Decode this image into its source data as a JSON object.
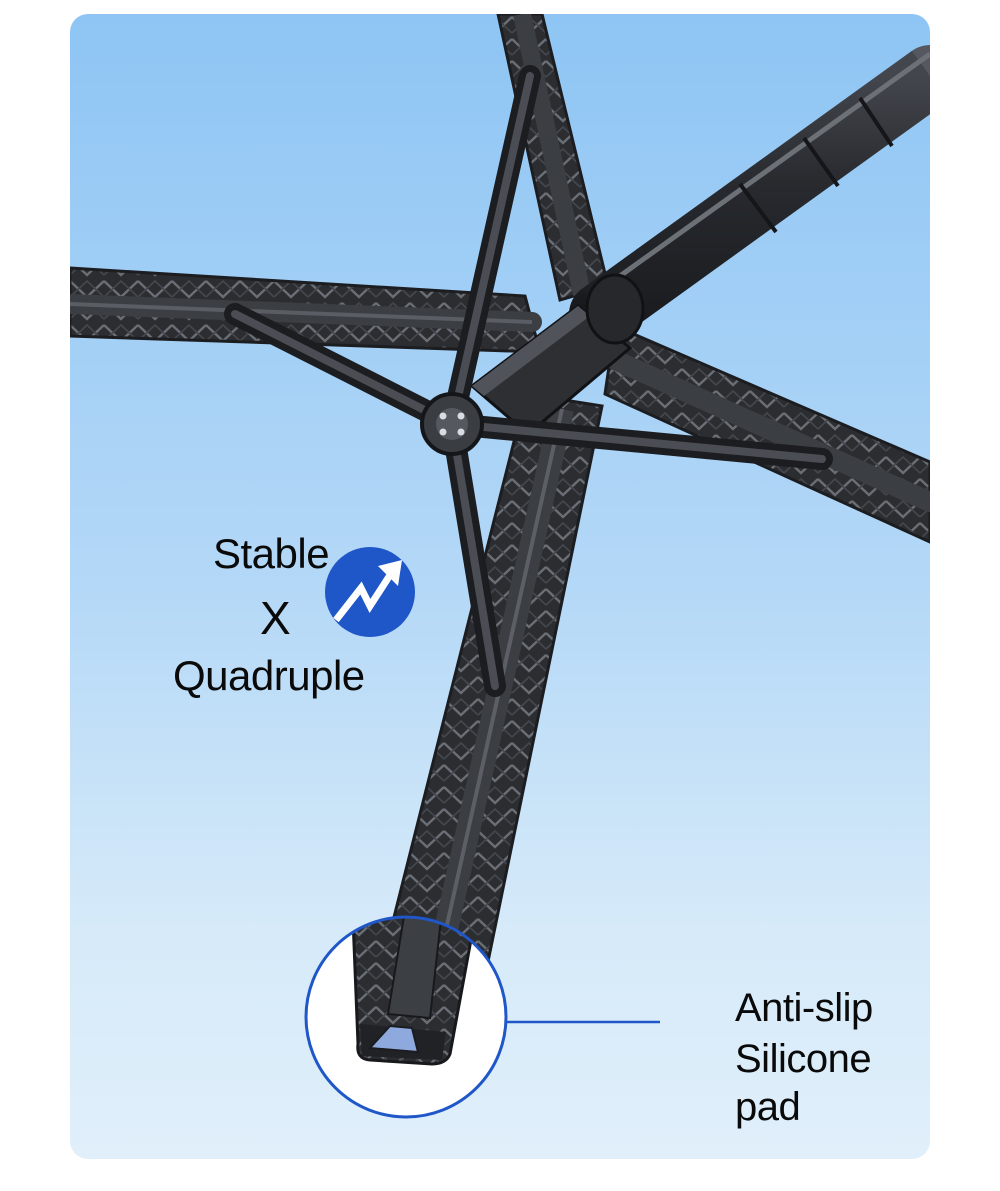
{
  "feature": {
    "line1": "Stable",
    "line2": "X",
    "line3": "Quadruple",
    "badge_icon": "trend-up-arrow-icon",
    "badge_color": "#1f57c8"
  },
  "callout": {
    "line1": "Anti-slip",
    "line2": "Silicone pad",
    "accent_color": "#1f57c8",
    "pad_color": "#8ea9dd"
  },
  "product": {
    "frame_color": "#2f3135",
    "background_top": "#8ec5f4",
    "background_bottom": "#e0effa"
  }
}
